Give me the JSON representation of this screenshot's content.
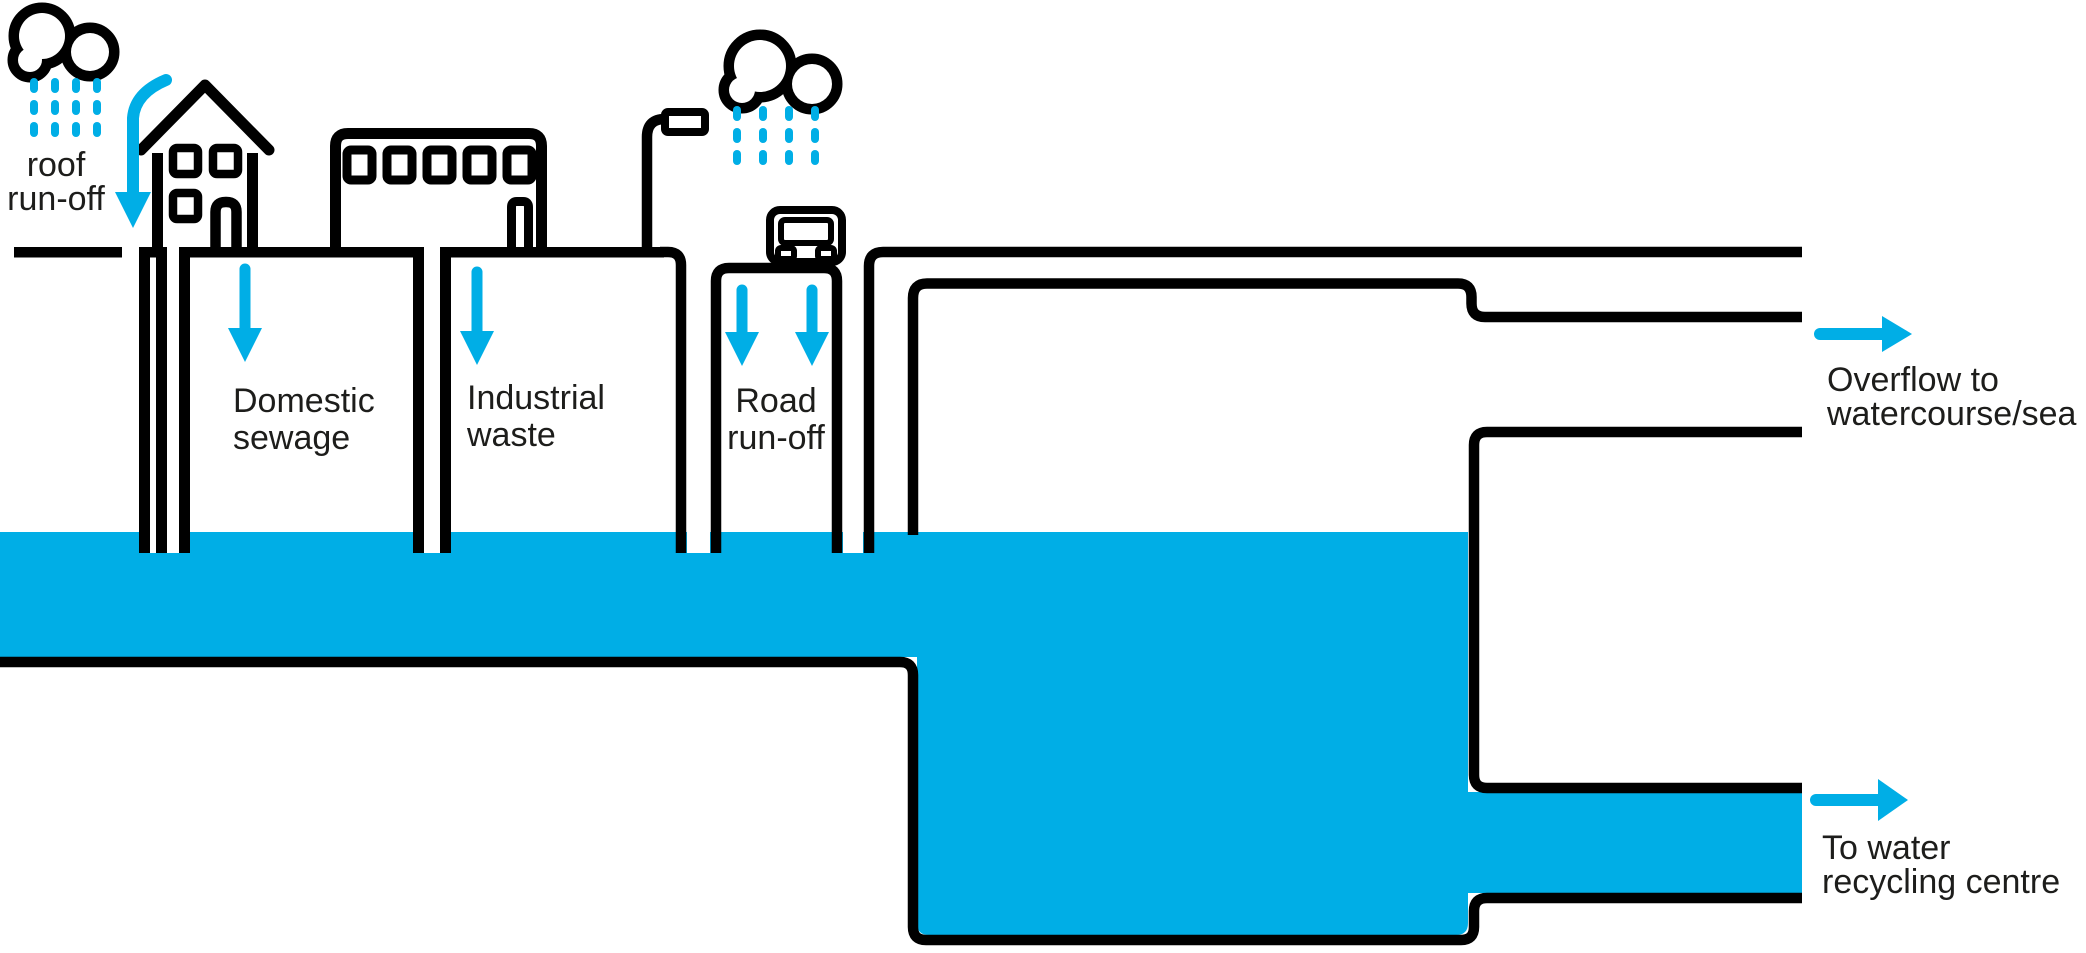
{
  "diagram": {
    "type": "combined-sewer-cross-section",
    "colors": {
      "water": "#00AEE6",
      "line": "#000000",
      "text": "#1d1d1b",
      "background": "#ffffff"
    },
    "labels": {
      "roof_runoff": {
        "line1": "roof",
        "line2": "run-off"
      },
      "domestic": {
        "line1": "Domestic",
        "line2": "sewage"
      },
      "industrial": {
        "line1": "Industrial",
        "line2": "waste"
      },
      "road_runoff": {
        "line1": "Road",
        "line2": "run-off"
      },
      "overflow": {
        "line1": "Overflow to",
        "line2": "watercourse/sea"
      },
      "recycling": {
        "line1": "To water",
        "line2": "recycling centre"
      }
    },
    "icons": [
      "rain-cloud-icon-left",
      "rain-cloud-icon-right",
      "house-icon",
      "factory-icon",
      "street-lamp-icon",
      "bus-icon",
      "down-arrow-icons",
      "right-arrow-icons"
    ],
    "flows": [
      "roof run-off to sewer",
      "domestic sewage to sewer",
      "industrial waste to sewer",
      "road run-off to sewer",
      "overflow to watercourse/sea",
      "to water recycling centre"
    ]
  }
}
